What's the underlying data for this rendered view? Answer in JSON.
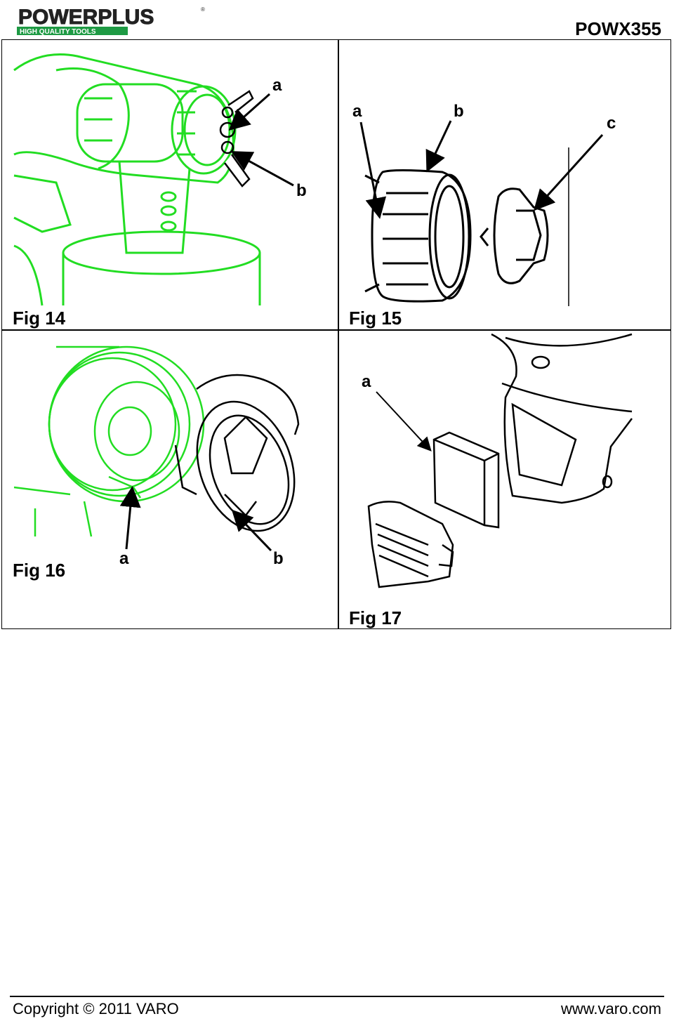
{
  "header": {
    "brand_top": "POWERPLUS",
    "brand_tagline": "HIGH QUALITY TOOLS",
    "model": "POWX355"
  },
  "figures": [
    {
      "caption": "Fig 14",
      "labels": [
        "a",
        "b"
      ]
    },
    {
      "caption": "Fig 15",
      "labels": [
        "a",
        "b",
        "c"
      ]
    },
    {
      "caption": "Fig 16",
      "labels": [
        "a",
        "b"
      ]
    },
    {
      "caption": "Fig 17",
      "labels": [
        "a"
      ]
    }
  ],
  "footer": {
    "copyright": "Copyright © 2011 VARO",
    "url": "www.varo.com"
  },
  "colors": {
    "accent_green": "#22dd22",
    "brand_green": "#2aa84a",
    "brand_yellow": "#f2c400"
  }
}
